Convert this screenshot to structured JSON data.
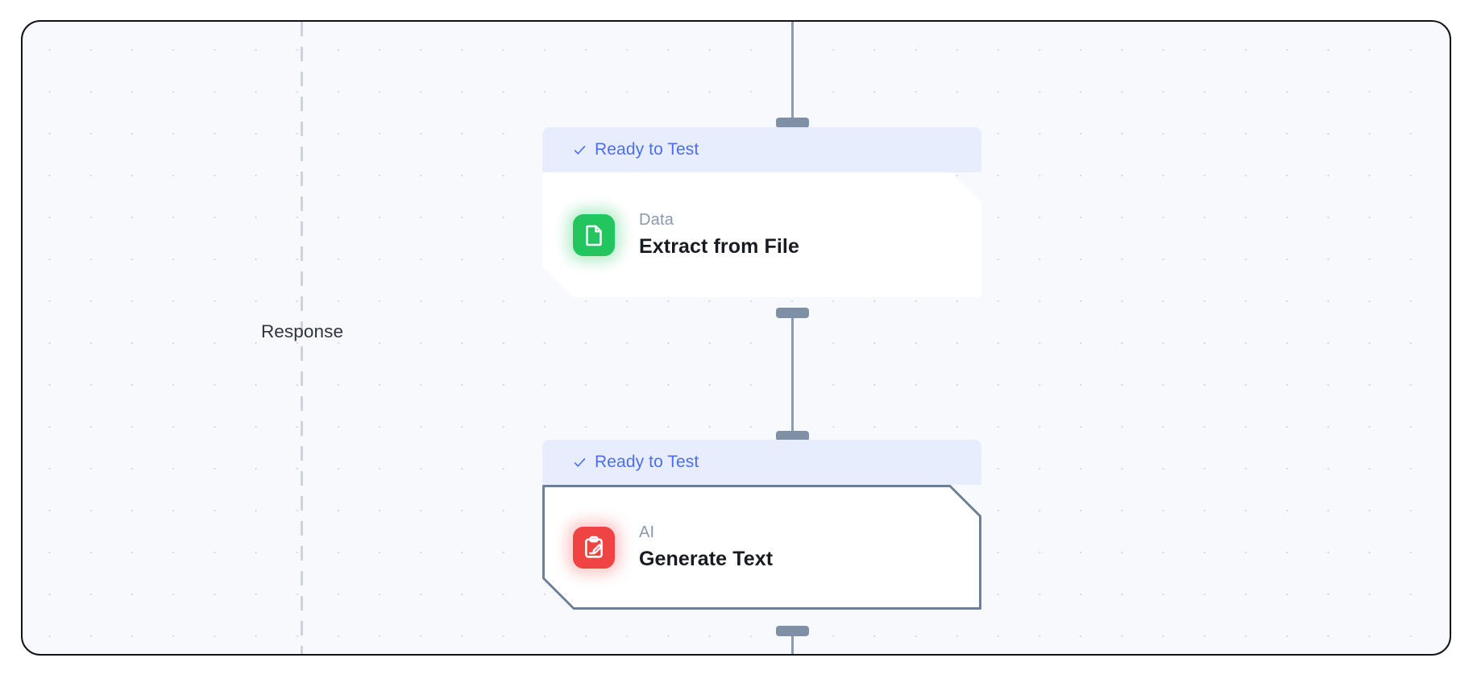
{
  "canvas": {
    "lane_label": "Response",
    "background_color": "#f7f9fc",
    "grid_dot_color": "#d3d9e3",
    "border_color": "#111318"
  },
  "accent_colors": {
    "status_text": "#4c6ef5",
    "status_background": "#e7edfc",
    "connector": "#8c9cb0",
    "handle": "#7f90a6",
    "data_icon": "#22c55e",
    "ai_icon": "#ef4444"
  },
  "nodes": [
    {
      "status": "Ready to Test",
      "status_icon": "check-icon",
      "category": "Data",
      "title": "Extract from File",
      "icon": "file-document-icon",
      "icon_color": "#22c55e",
      "selected": false
    },
    {
      "status": "Ready to Test",
      "status_icon": "check-icon",
      "category": "AI",
      "title": "Generate Text",
      "icon": "clipboard-pencil-icon",
      "icon_color": "#ef4444",
      "selected": true
    }
  ],
  "connectors": [
    {
      "name": "input-to-extract"
    },
    {
      "name": "extract-to-generate"
    },
    {
      "name": "generate-to-output"
    }
  ],
  "handles": [
    {
      "name": "extract-input-handle"
    },
    {
      "name": "extract-output-handle"
    },
    {
      "name": "generate-input-handle"
    },
    {
      "name": "generate-output-handle"
    }
  ]
}
